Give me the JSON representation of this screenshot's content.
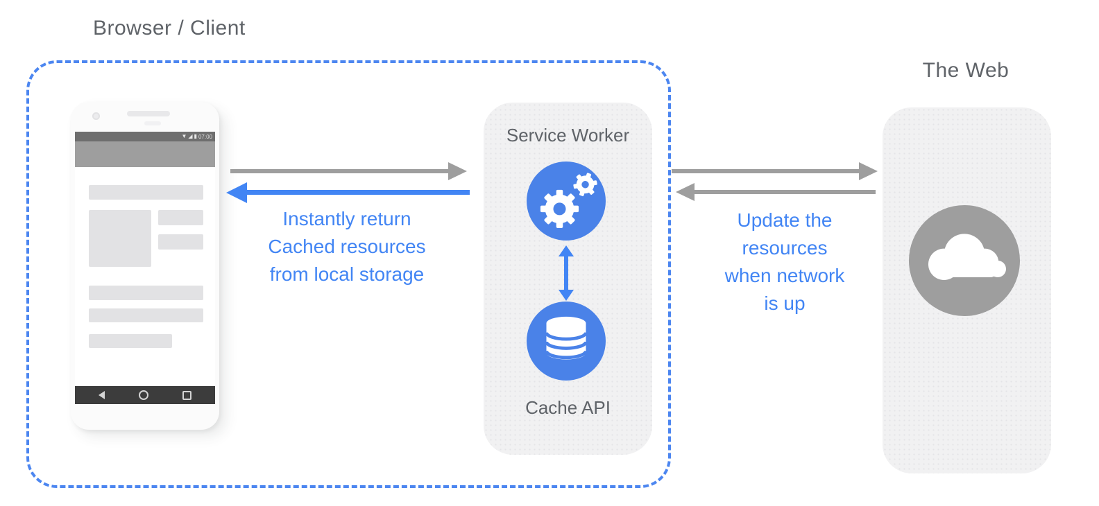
{
  "colors": {
    "blue_accent": "#4285f4",
    "blue_circle": "#4a82e8",
    "gray_arrow": "#9e9e9e",
    "gray_text": "#5f6368",
    "panel_background": "#f1f1f2",
    "web_circle_gray": "#9e9e9e"
  },
  "client": {
    "title": "Browser / Client"
  },
  "phone": {
    "status_time": "07:00",
    "status_icons": [
      "wifi-icon",
      "signal-icon",
      "battery-icon"
    ],
    "nav_icons": [
      "back-icon",
      "home-icon",
      "recents-icon"
    ]
  },
  "service_worker": {
    "title": "Service Worker",
    "cache_label": "Cache API",
    "icons": [
      "gears-icon",
      "database-icon"
    ]
  },
  "web": {
    "title": "The Web",
    "icon": "cloud-icon"
  },
  "flows": {
    "client_to_sw": {
      "direction": "right",
      "color": "gray"
    },
    "sw_to_client": {
      "direction": "left",
      "color": "blue",
      "lines": [
        "Instantly return",
        "Cached resources",
        "from local storage"
      ]
    },
    "sw_to_web": {
      "direction": "right",
      "color": "gray"
    },
    "web_to_sw": {
      "direction": "left",
      "color": "gray",
      "lines": [
        "Update the",
        "resources",
        "when network",
        "is up"
      ]
    }
  }
}
